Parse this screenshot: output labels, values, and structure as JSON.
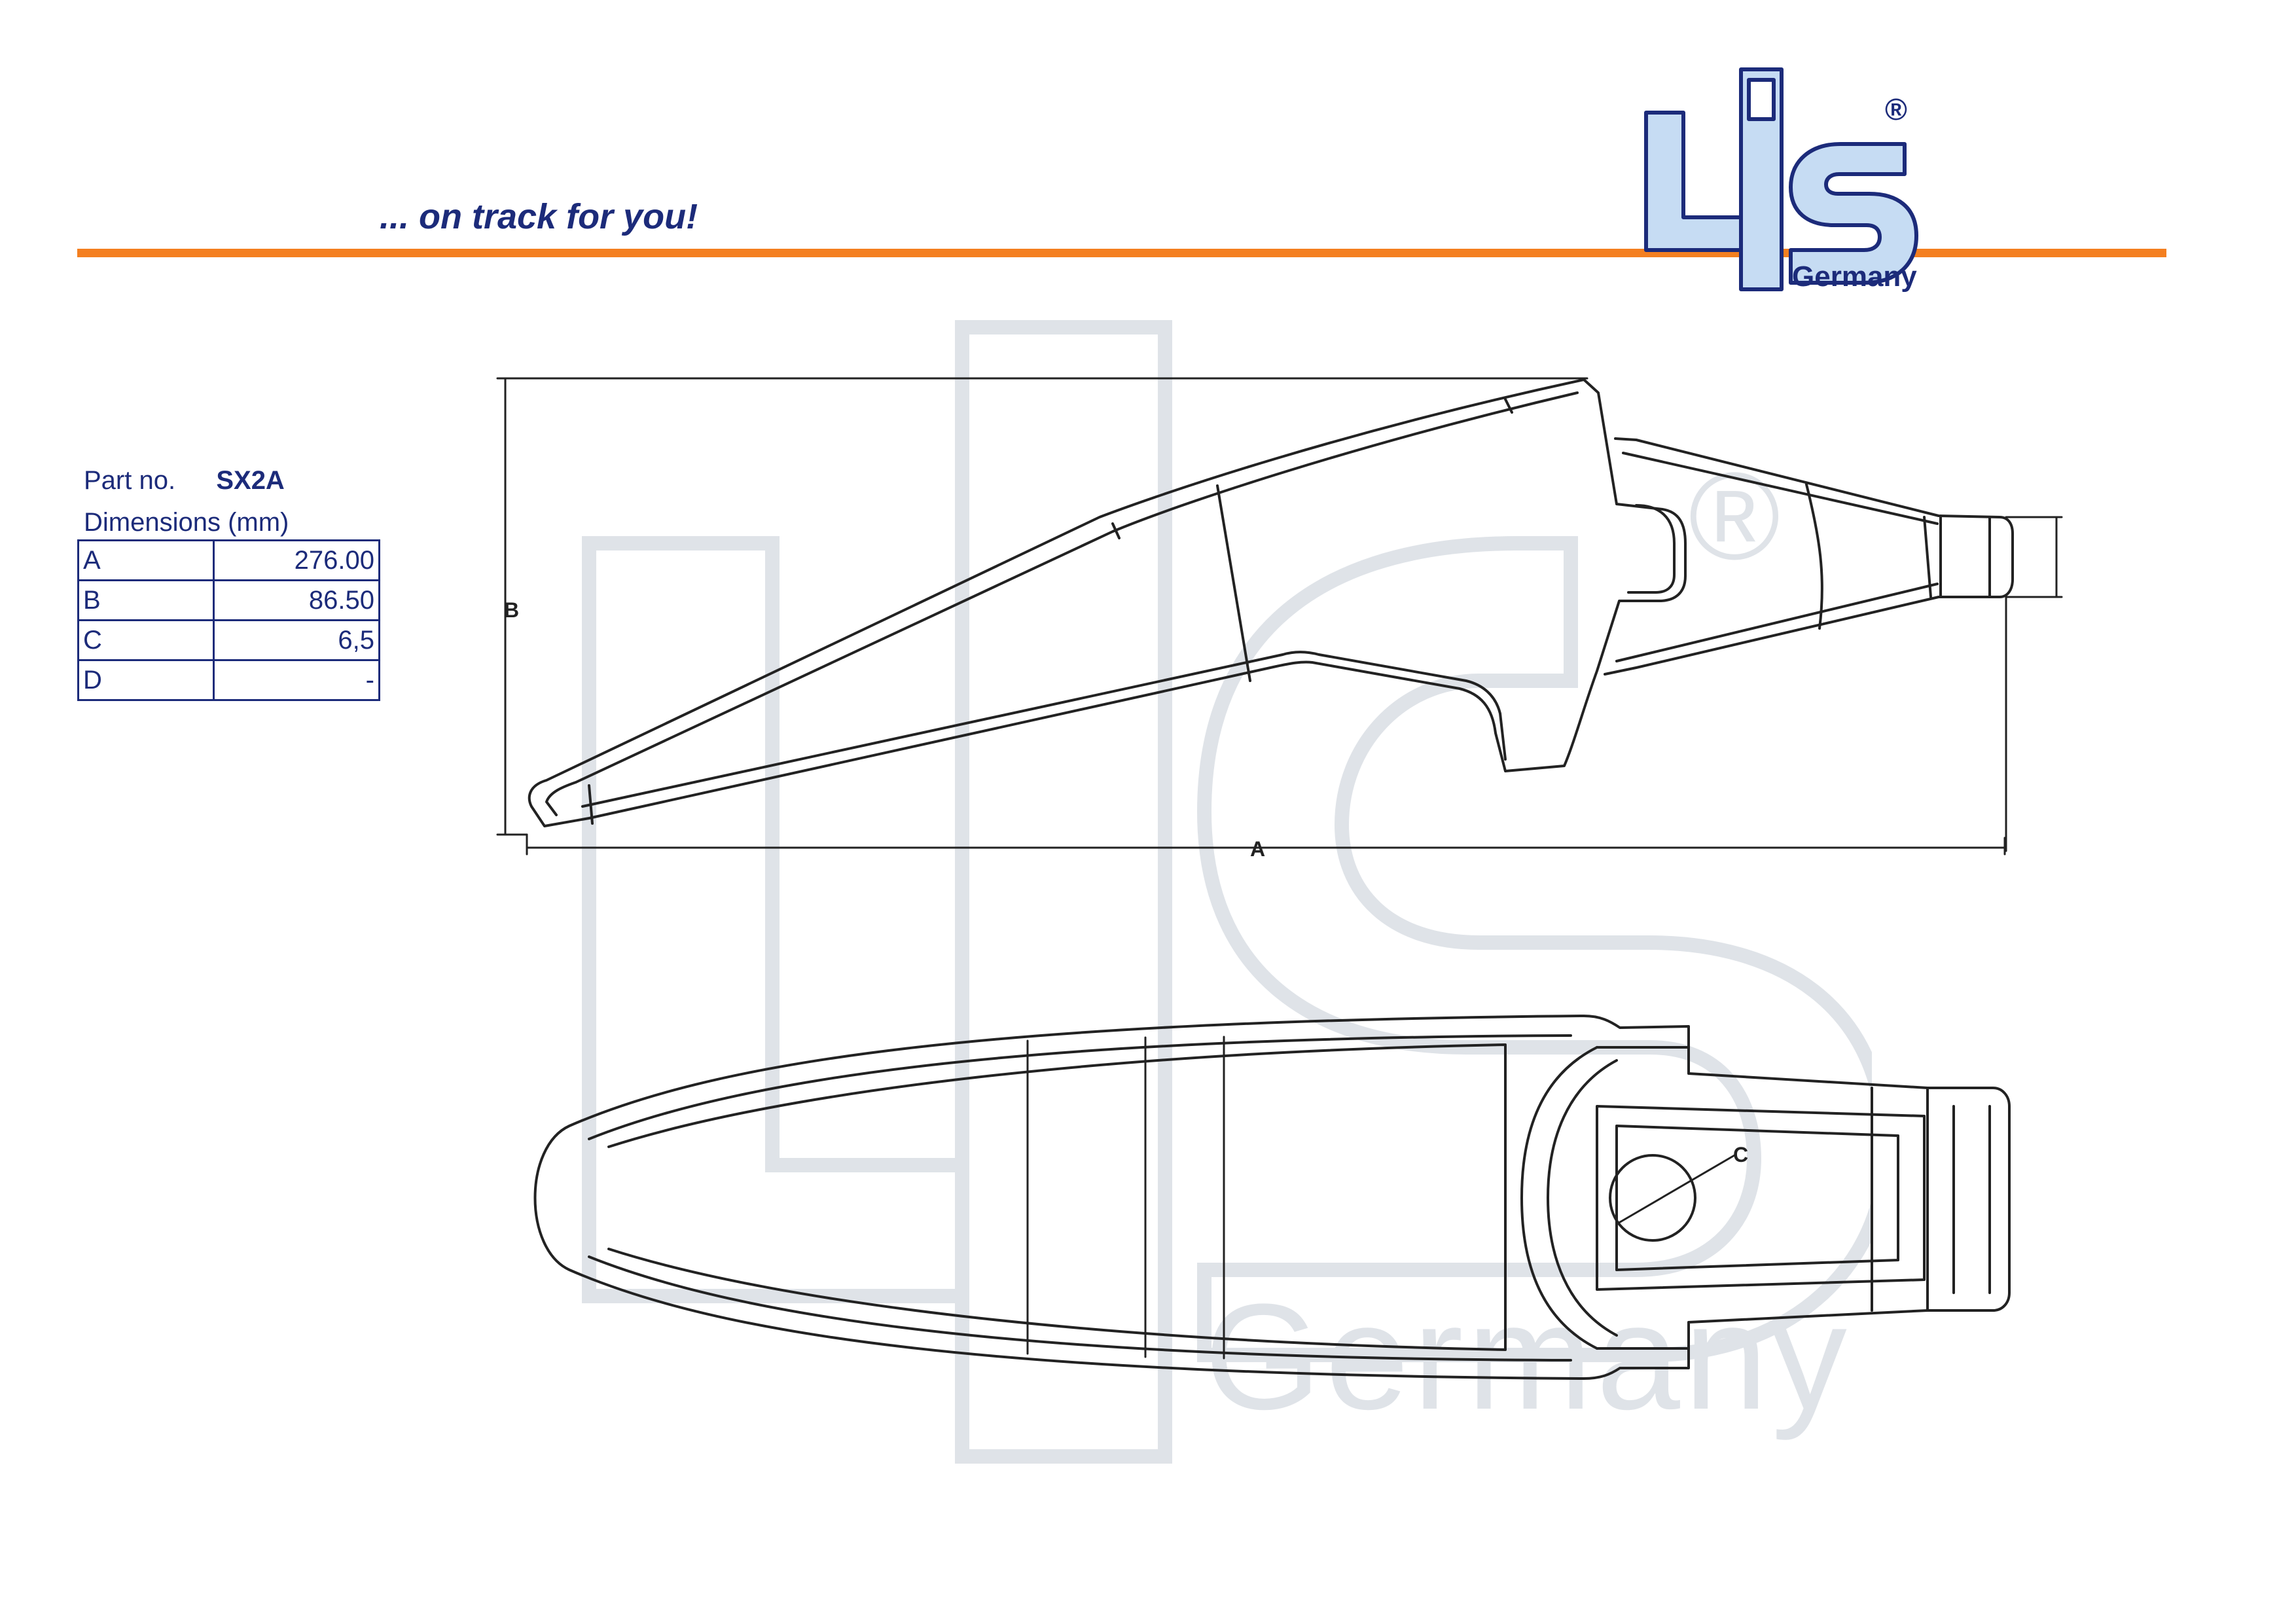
{
  "header": {
    "slogan": "... on track for you!",
    "logo_text": "LIS",
    "logo_registered": "®",
    "logo_subtitle": "Germany"
  },
  "watermark": {
    "registered": "®",
    "text": "Germany"
  },
  "colors": {
    "brand_blue": "#1c2b7a",
    "logo_fill": "#c6dcf3",
    "accent_orange": "#f47f20",
    "watermark_gray": "#dfe3e8"
  },
  "spec": {
    "part_label": "Part no.",
    "part_value": "SX2A",
    "dimensions_label": "Dimensions (mm)",
    "rows": [
      {
        "key": "A",
        "value": "276.00"
      },
      {
        "key": "B",
        "value": "86.50"
      },
      {
        "key": "C",
        "value": "6,5"
      },
      {
        "key": "D",
        "value": "-"
      }
    ]
  },
  "drawing_labels": {
    "a": "A",
    "b": "B",
    "c": "C"
  }
}
